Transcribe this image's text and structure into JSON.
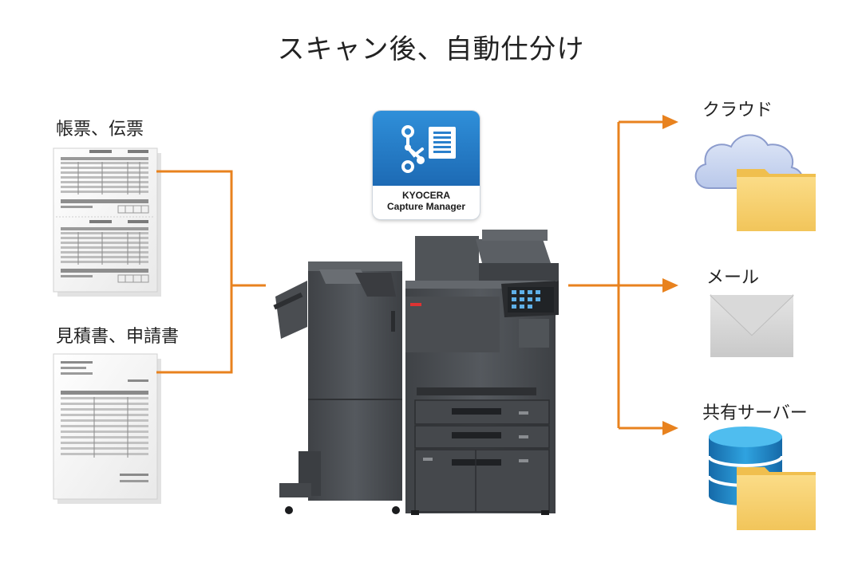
{
  "title": "スキャン後、自動仕分け",
  "inputs": {
    "forms_label": "帳票、伝票",
    "quotes_label": "見積書、申請書"
  },
  "software": {
    "brand": "KYOCERA",
    "product": "Capture Manager",
    "icon": "workflow-document-icon",
    "color": "#2a80cc"
  },
  "outputs": {
    "cloud_label": "クラウド",
    "mail_label": "メール",
    "server_label": "共有サーバー"
  },
  "colors": {
    "connector": "#e8821e",
    "folder": "#f7cf6b",
    "cloud": "#c9d6f0",
    "database": "#1f8bc7"
  }
}
